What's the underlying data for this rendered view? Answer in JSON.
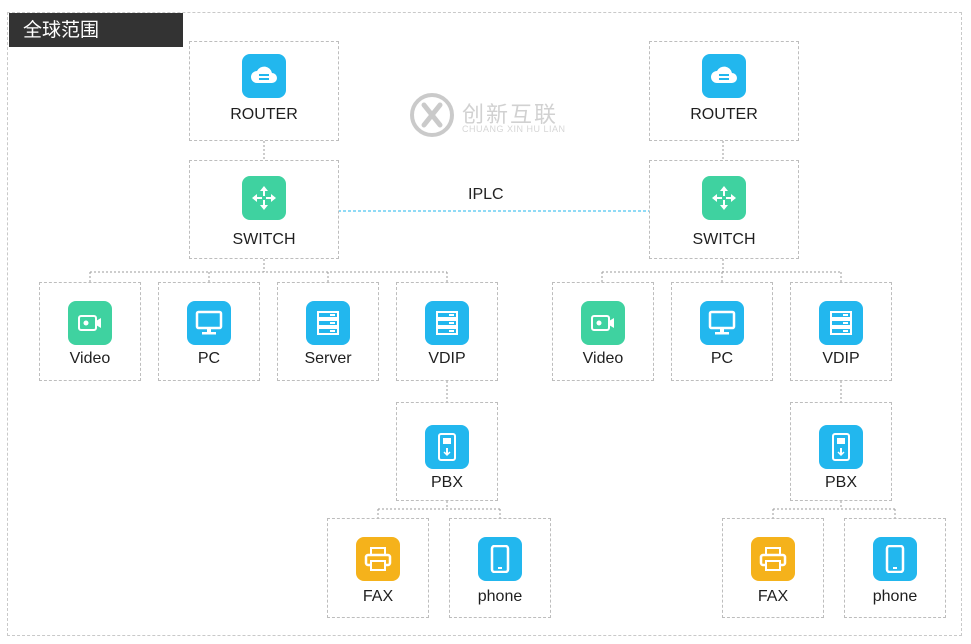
{
  "header": {
    "title": "全球范围"
  },
  "watermark": {
    "brand_cn": "创新互联",
    "brand_en": "CHUANG XIN HU LIAN"
  },
  "link": {
    "label": "IPLC"
  },
  "left_site": {
    "router": "ROUTER",
    "switch": "SWITCH",
    "devices": [
      "Video",
      "PC",
      "Server",
      "VDIP"
    ],
    "pbx": "PBX",
    "endpoints": [
      "FAX",
      "phone"
    ]
  },
  "right_site": {
    "router": "ROUTER",
    "switch": "SWITCH",
    "devices": [
      "Video",
      "PC",
      "VDIP"
    ],
    "pbx": "PBX",
    "endpoints": [
      "FAX",
      "phone"
    ]
  },
  "colors": {
    "router": "#22b7ee",
    "switch": "#3fd2a0",
    "video": "#3fd2a0",
    "pc": "#22b7ee",
    "server": "#22b7ee",
    "pbx": "#22b7ee",
    "fax": "#f5b21b",
    "phone": "#22b7ee",
    "iplc_line": "#22b7ee"
  },
  "icons": {
    "router": "cloud-router-icon",
    "switch": "switch-arrows-icon",
    "video": "camera-icon",
    "pc": "monitor-icon",
    "server": "server-rack-icon",
    "vdip": "server-rack-icon",
    "pbx": "pbx-device-icon",
    "fax": "printer-icon",
    "phone": "mobile-phone-icon"
  }
}
